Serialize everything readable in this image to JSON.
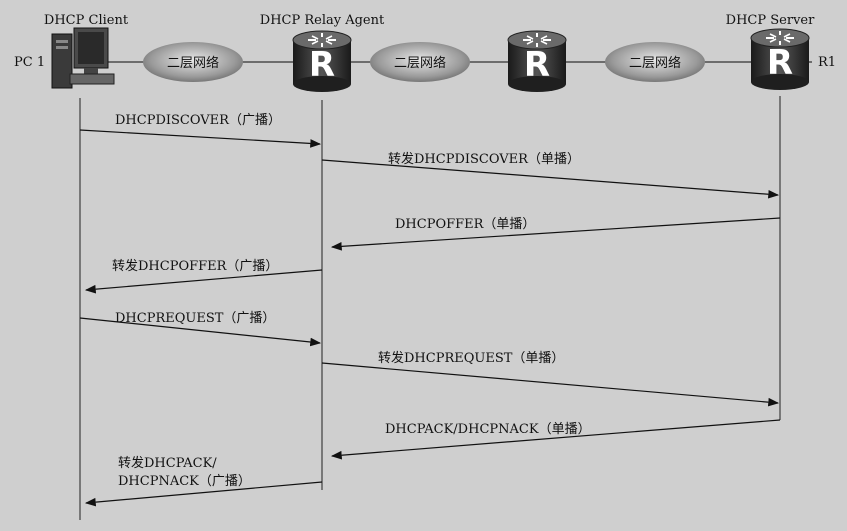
{
  "nodes": {
    "client": {
      "label": "DHCP Client",
      "side": "PC 1"
    },
    "relay": {
      "label": "DHCP Relay Agent"
    },
    "server": {
      "label": "DHCP Server",
      "side": "R1"
    }
  },
  "clouds": [
    "二层网络",
    "二层网络",
    "二层网络"
  ],
  "messages": [
    "DHCPDISCOVER（广播）",
    "转发DHCPDISCOVER（单播）",
    "DHCPOFFER（单播）",
    "转发DHCPOFFER（广播）",
    "DHCPREQUEST（广播）",
    "转发DHCPREQUEST（单播）",
    "DHCPACK/DHCPNACK（单播）",
    "转发DHCPACK/",
    "DHCPNACK（广播）"
  ]
}
